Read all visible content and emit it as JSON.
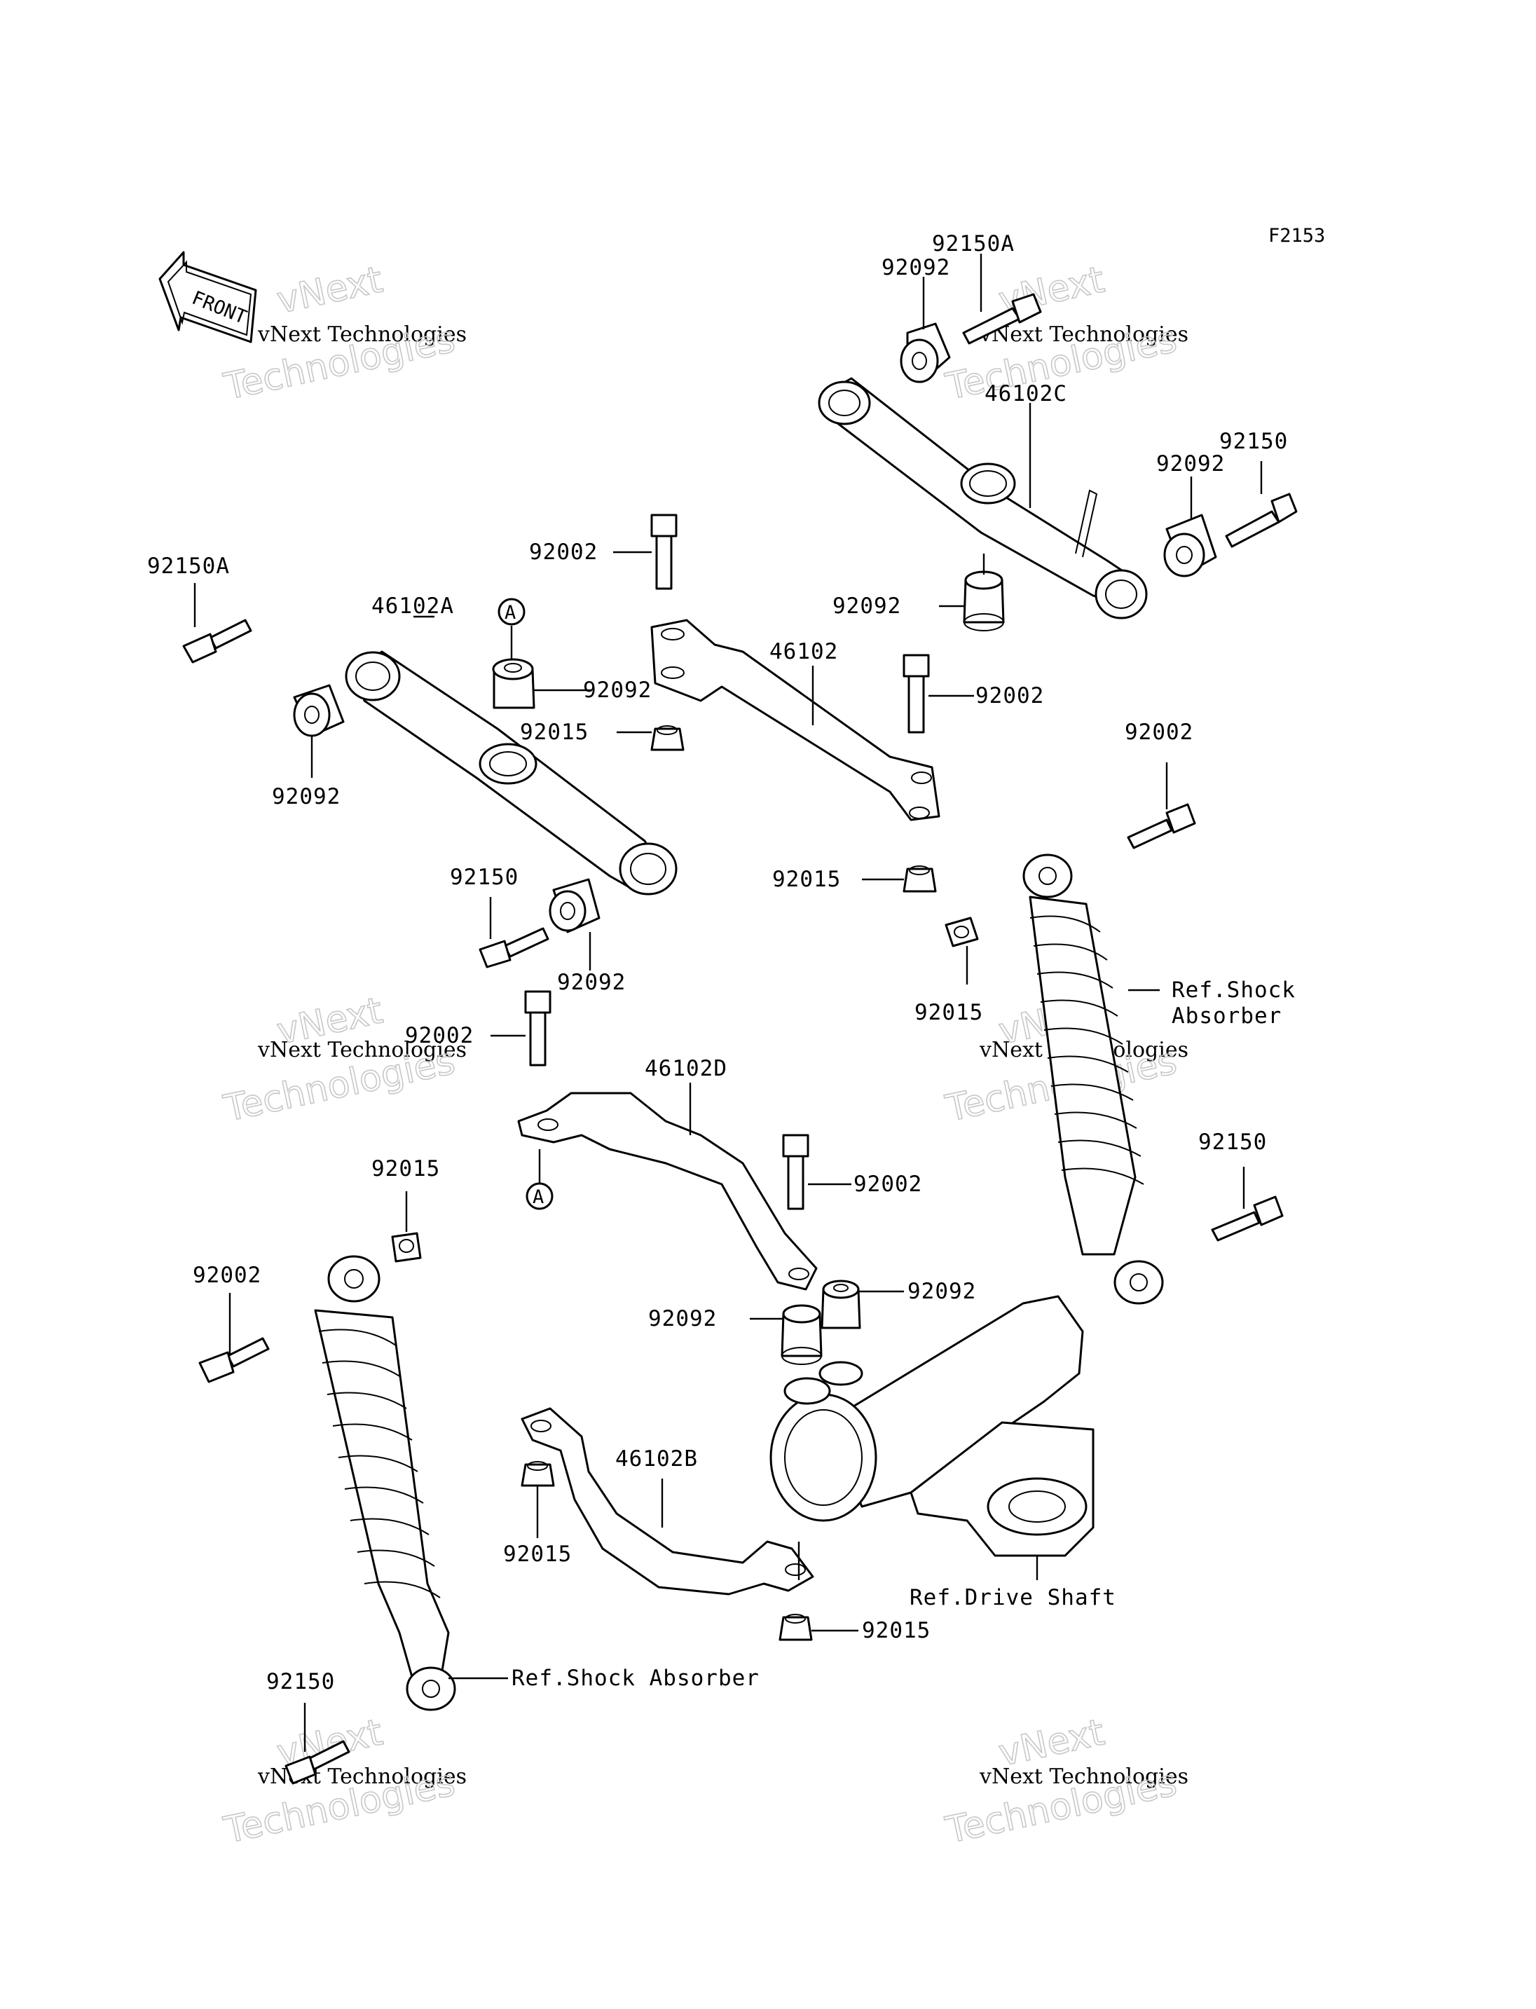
{
  "figure_code": "F2153",
  "front_label": "FRONT",
  "ref_mark": "A",
  "watermark": {
    "line1": "vNext",
    "line2": "vNext Technologies",
    "line3": "Technologies"
  },
  "callouts": {
    "c92150A_top": "92150A",
    "c92092_top": "92092",
    "c46102C": "46102C",
    "c92150_right": "92150",
    "c92092_right": "92092",
    "c92002_upper": "92002",
    "c92092_mid": "92092",
    "c92150A_left": "92150A",
    "c46102A": "46102A",
    "c46102": "46102",
    "c92092_a": "92092",
    "c92015_a": "92015",
    "c92002_mid": "92002",
    "c92002_rs": "92002",
    "c92092_left": "92092",
    "c92015_b": "92015",
    "c92150_mid": "92150",
    "c92092_b": "92092",
    "c92015_rs": "92015",
    "c92002_d": "92002",
    "c46102D": "46102D",
    "c92015_ls": "92015",
    "c92002_e": "92002",
    "c92150_rs": "92150",
    "c92002_ls": "92002",
    "c92092_c": "92092",
    "c92092_d": "92092",
    "c46102B": "46102B",
    "c92015_c": "92015",
    "c92015_d": "92015",
    "c92150_ls": "92150"
  },
  "references": {
    "shock_right_1": "Ref.Shock",
    "shock_right_2": "Absorber",
    "drive_shaft": "Ref.Drive Shaft",
    "shock_left": "Ref.Shock Absorber"
  }
}
